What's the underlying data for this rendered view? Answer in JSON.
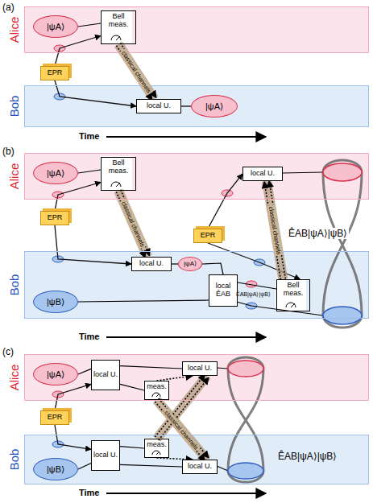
{
  "diagram": {
    "nodes": [
      {
        "text": [
          "Alice"
        ]
      },
      {
        "text": [
          "|ψA⟩"
        ],
        "in": 0
      },
      {
        "text": [
          "Bell meas."
        ],
        "in": 0
      },
      {
        "text": [
          "EPR"
        ]
      },
      {
        "text": [
          "Bob"
        ]
      },
      {
        "text": [
          "local U."
        ],
        "in": 4
      },
      {
        "text": [
          "|ψA⟩"
        ],
        "in": 4
      },
      {
        "text": [
          "Alice"
        ]
      },
      {
        "text": [
          "|ψA⟩"
        ],
        "in": 7
      },
      {
        "text": [
          "Bell meas."
        ],
        "in": 7
      },
      {
        "text": [
          "local U."
        ],
        "in": 7
      },
      {
        "text": [
          "EPR"
        ]
      },
      {
        "text": [
          "EPR"
        ]
      },
      {
        "text": [
          "Bob"
        ]
      },
      {
        "text": [
          "|ψB⟩"
        ],
        "in": 13
      },
      {
        "text": [
          "local U."
        ],
        "in": 13
      },
      {
        "text": [
          "|ψA⟩"
        ],
        "in": 13
      },
      {
        "text": [
          "local ÊAB"
        ],
        "in": 13
      },
      {
        "text": [
          "Bell meas."
        ],
        "in": 13
      },
      {
        "text": [
          "Alice"
        ]
      },
      {
        "text": [
          "|ψA⟩"
        ],
        "in": 19
      },
      {
        "text": [
          "local U."
        ],
        "in": 19
      },
      {
        "text": [
          "local U."
        ],
        "in": 19
      },
      {
        "text": [
          "meas."
        ],
        "in": 19
      },
      {
        "text": [
          "EPR"
        ]
      },
      {
        "text": [
          "Bob"
        ]
      },
      {
        "text": [
          "|ψB⟩"
        ],
        "in": 25
      },
      {
        "text": [
          "local U."
        ],
        "in": 25
      },
      {
        "text": [
          "meas."
        ],
        "in": 25
      },
      {
        "text": [
          "local U."
        ],
        "in": 25
      }
    ],
    "edges": [
      {
        "from": 1,
        "to": 2,
        "arrow": "none"
      },
      {
        "from": 3,
        "to": 2,
        "arrow": "to"
      },
      {
        "from": 3,
        "to": 5,
        "arrow": "to"
      },
      {
        "from": 2,
        "to": 5,
        "label": "classical channels",
        "arrow": "to"
      },
      {
        "from": 5,
        "to": 6,
        "arrow": "none"
      },
      {
        "from": 8,
        "to": 9,
        "arrow": "none"
      },
      {
        "from": 11,
        "to": 9,
        "arrow": "to"
      },
      {
        "from": 11,
        "to": 15,
        "arrow": "to"
      },
      {
        "from": 9,
        "to": 15,
        "label": "classical channels",
        "arrow": "to"
      },
      {
        "from": 15,
        "to": 16,
        "arrow": "none"
      },
      {
        "from": 16,
        "to": 17,
        "arrow": "none"
      },
      {
        "from": 14,
        "to": 17,
        "arrow": "none"
      },
      {
        "from": 12,
        "to": 10,
        "arrow": "to"
      },
      {
        "from": 12,
        "to": 18,
        "arrow": "to"
      },
      {
        "from": 17,
        "to": 18,
        "arrow": "none"
      },
      {
        "from": 18,
        "to": 10,
        "label": "classical channels",
        "arrow": "to"
      },
      {
        "from": 20,
        "to": 21,
        "arrow": "none"
      },
      {
        "from": 24,
        "to": 21,
        "arrow": "to"
      },
      {
        "from": 24,
        "to": 27,
        "arrow": "to"
      },
      {
        "from": 26,
        "to": 27,
        "arrow": "none"
      },
      {
        "from": 21,
        "to": 22,
        "arrow": "none"
      },
      {
        "from": 21,
        "to": 23,
        "arrow": "none"
      },
      {
        "from": 27,
        "to": 28,
        "arrow": "none"
      },
      {
        "from": 27,
        "to": 29,
        "arrow": "none"
      },
      {
        "from": 23,
        "to": 22,
        "arrow": "to"
      },
      {
        "from": 28,
        "to": 29,
        "arrow": "to"
      },
      {
        "from": 23,
        "to": 29,
        "label": "classical channels",
        "arrow": "to"
      },
      {
        "from": 28,
        "to": 22,
        "arrow": "to"
      }
    ],
    "labels": [
      "(a)",
      "Time",
      "(b)",
      "ÊAB|ψA⟩|ψB⟩",
      "ÊAB|ψA⟩|ψB⟩",
      "Time",
      "(c)",
      "ÊAB|ψA⟩|ψB⟩",
      "Time"
    ]
  }
}
